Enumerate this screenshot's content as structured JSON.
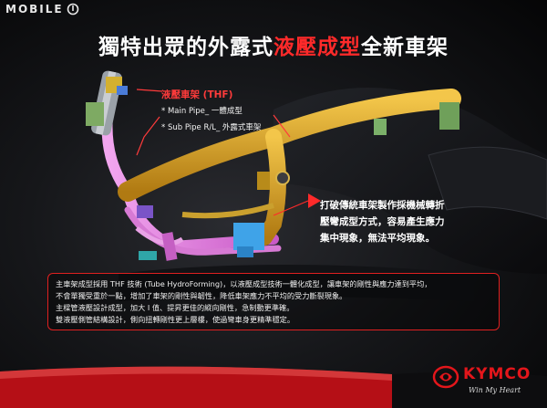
{
  "watermark": {
    "brand_text": "MOBILE",
    "icon": "mobile01-logo-icon"
  },
  "headline": {
    "part1": "獨特出眾的外露式",
    "accent": "液壓成型",
    "part2": "全新車架",
    "accent_color": "#ff2a2a"
  },
  "frame_label": {
    "title": "液壓車架 (THF)",
    "items": [
      "* Main Pipe_ 一體成型",
      "* Sub Pipe R/L_ 外露式車架"
    ]
  },
  "callout": {
    "lines": [
      "打破傳統車架製作採機械轉折",
      "壓彎成型方式，容易產生應力",
      "集中現象，無法平均現象。"
    ]
  },
  "description": {
    "border_color": "#e02020",
    "lines": [
      "主車架成型採用 THF 技術 (Tube HydroForming)，以液壓成型技術一體化成型，讓車架的剛性與應力達到平均，",
      "不會單獨受重於一點，增加了車架的剛性與韌性，降低車架應力不平均的受力斷裂現象。",
      "主樑管液壓設計成型，加大 I 值、提昇更佳的縱向剛性，急制動更準確。",
      "雙液壓側管結構設計，側向扭轉剛性更上層樓，使過彎車身更精準穩定。"
    ]
  },
  "brand": {
    "name": "KYMCO",
    "slogan": "Win My Heart",
    "logo_icon": "kymco-emblem-icon",
    "color": "#e3161b"
  }
}
